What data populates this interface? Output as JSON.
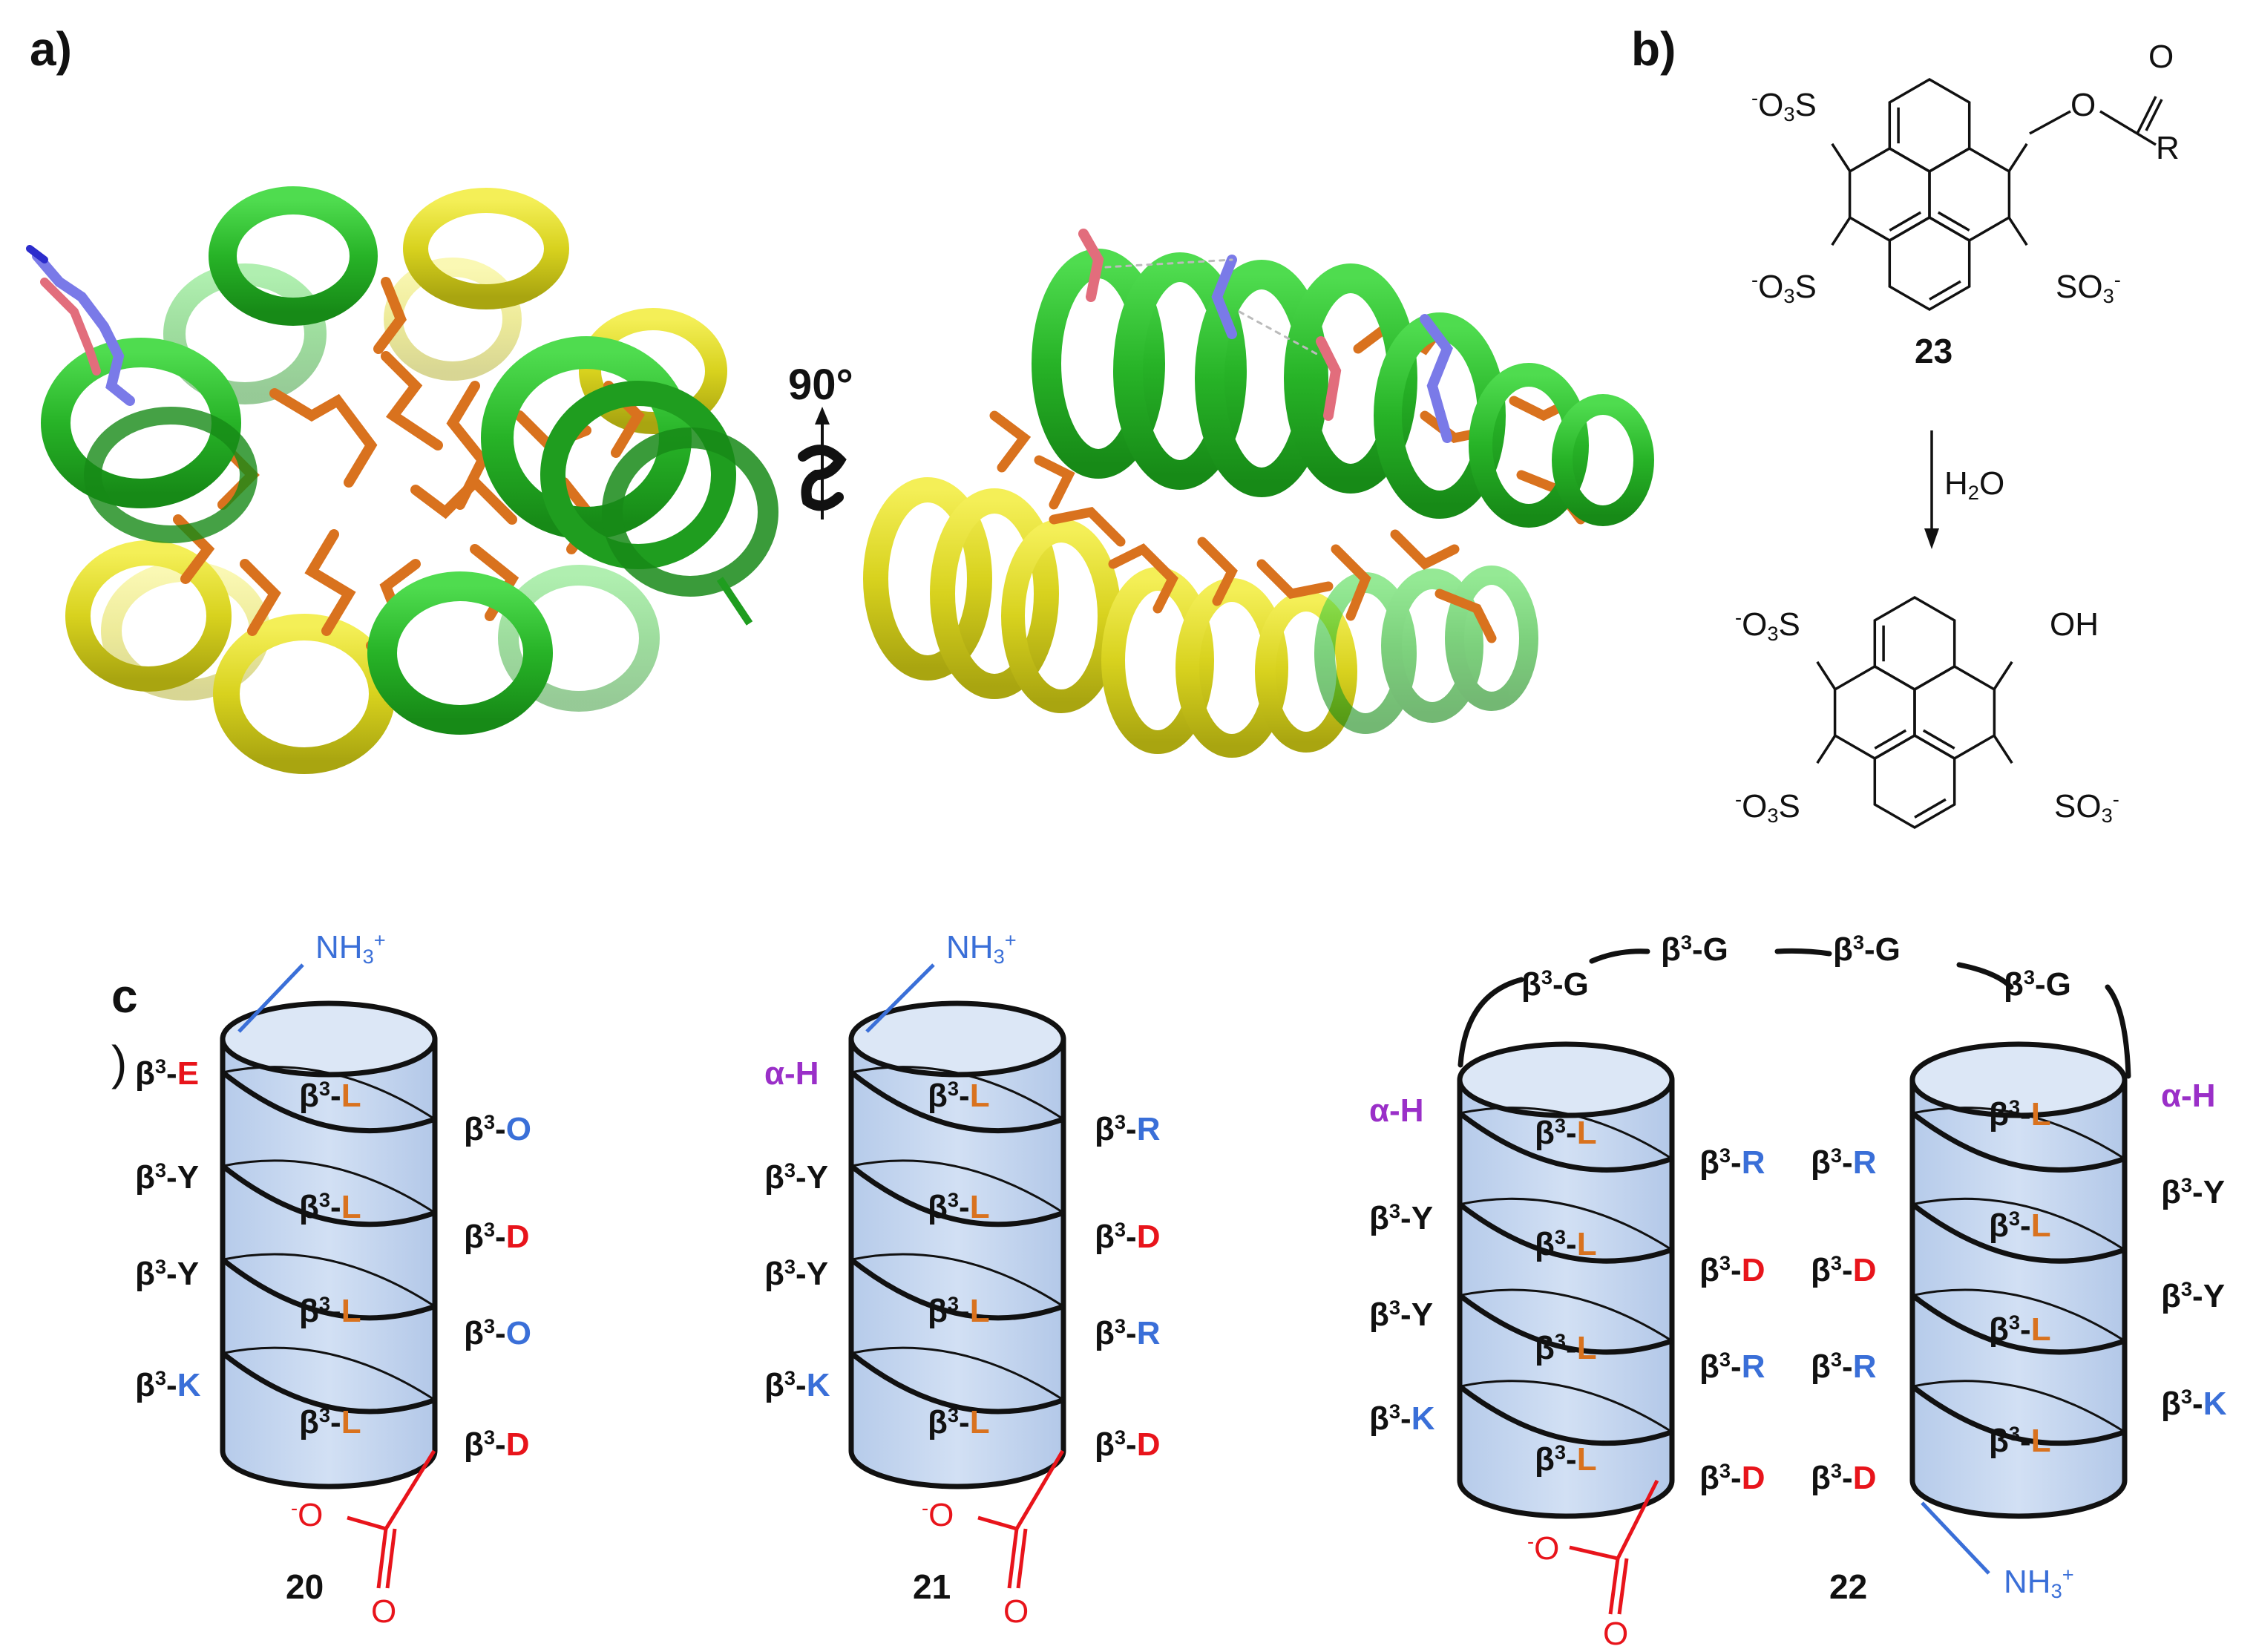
{
  "panels": {
    "a": "a)",
    "b": "b)",
    "c": "c",
    "c_paren": ")"
  },
  "rotation_label": "90°",
  "scheme": {
    "sub_1": "-O3S",
    "sub_2": "-O3S",
    "sub_3": "SO3-",
    "ester_O": "O",
    "carbonyl_O": "O",
    "R": "R",
    "compound": "23",
    "reagent": "H2O",
    "prod_1": "-O3S",
    "prod_2": "-O3S",
    "prod_3": "SO3-",
    "OH": "OH"
  },
  "bundle_20": {
    "n_term": "NH3+",
    "c_O_minus": "-O",
    "c_O": "O",
    "label": "20",
    "left": [
      {
        "p": "β3-",
        "r": "E",
        "c": "red"
      },
      {
        "p": "β3-",
        "r": "Y",
        "c": "black"
      },
      {
        "p": "β3-",
        "r": "Y",
        "c": "black"
      },
      {
        "p": "β3-",
        "r": "K",
        "c": "blue"
      }
    ],
    "inner": [
      "L",
      "L",
      "L",
      "L"
    ],
    "right": [
      {
        "p": "β3-",
        "r": "O",
        "c": "blue"
      },
      {
        "p": "β3-",
        "r": "D",
        "c": "red"
      },
      {
        "p": "β3-",
        "r": "O",
        "c": "blue"
      },
      {
        "p": "β3-",
        "r": "D",
        "c": "red"
      }
    ]
  },
  "bundle_21": {
    "n_term": "NH3+",
    "c_O_minus": "-O",
    "c_O": "O",
    "label": "21",
    "left": [
      {
        "p": "α-",
        "r": "H",
        "c": "purple"
      },
      {
        "p": "β3-",
        "r": "Y",
        "c": "black"
      },
      {
        "p": "β3-",
        "r": "Y",
        "c": "black"
      },
      {
        "p": "β3-",
        "r": "K",
        "c": "blue"
      }
    ],
    "inner": [
      "L",
      "L",
      "L",
      "L"
    ],
    "right": [
      {
        "p": "β3-",
        "r": "R",
        "c": "blue"
      },
      {
        "p": "β3-",
        "r": "D",
        "c": "red"
      },
      {
        "p": "β3-",
        "r": "R",
        "c": "blue"
      },
      {
        "p": "β3-",
        "r": "D",
        "c": "red"
      }
    ]
  },
  "bundle_22": {
    "loop": [
      "β3-G",
      "β3-G",
      "β3-G",
      "β3-G"
    ],
    "c_O_minus": "-O",
    "c_O": "O",
    "n_term": "NH3+",
    "label": "22",
    "h1_left": [
      {
        "p": "α-",
        "r": "H",
        "c": "purple"
      },
      {
        "p": "β3-",
        "r": "Y",
        "c": "black"
      },
      {
        "p": "β3-",
        "r": "Y",
        "c": "black"
      },
      {
        "p": "β3-",
        "r": "K",
        "c": "blue"
      }
    ],
    "h1_inner": [
      "L",
      "L",
      "L",
      "L"
    ],
    "h1_right": [
      {
        "p": "β3-",
        "r": "R",
        "c": "blue"
      },
      {
        "p": "β3-",
        "r": "D",
        "c": "red"
      },
      {
        "p": "β3-",
        "r": "R",
        "c": "blue"
      },
      {
        "p": "β3-",
        "r": "D",
        "c": "red"
      }
    ],
    "h2_left": [
      {
        "p": "β3-",
        "r": "R",
        "c": "blue"
      },
      {
        "p": "β3-",
        "r": "D",
        "c": "red"
      },
      {
        "p": "β3-",
        "r": "R",
        "c": "blue"
      },
      {
        "p": "β3-",
        "r": "D",
        "c": "red"
      }
    ],
    "h2_inner": [
      "L",
      "L",
      "L",
      "L"
    ],
    "h2_right": [
      {
        "p": "α-",
        "r": "H",
        "c": "purple"
      },
      {
        "p": "β3-",
        "r": "Y",
        "c": "black"
      },
      {
        "p": "β3-",
        "r": "Y",
        "c": "black"
      },
      {
        "p": "β3-",
        "r": "K",
        "c": "blue"
      }
    ]
  },
  "colors": {
    "green_helix": "#2fbf2f",
    "yellow_helix": "#e3df2c",
    "side_chain": "#d9721e",
    "blue": "#3a6fd8",
    "red": "#e8141b",
    "cylinder": "#c7d7ef"
  }
}
